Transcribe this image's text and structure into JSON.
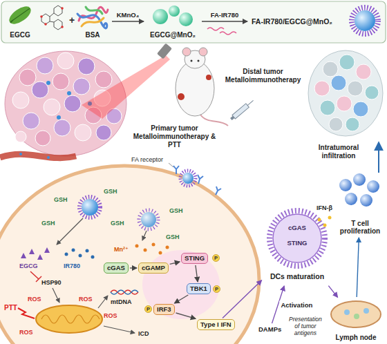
{
  "diagram": {
    "nodes": [
      {
        "text": [
          "EGCG"
        ]
      },
      {
        "text": [
          "BSA"
        ]
      },
      {
        "text": [
          "EGCG@MnO₂"
        ]
      },
      {
        "text": [
          "FA-IR780/EGCG@MnO₂"
        ]
      },
      {
        "text": [
          "cGAS"
        ]
      },
      {
        "text": [
          "cGAMP"
        ]
      },
      {
        "text": [
          "STING"
        ]
      },
      {
        "text": [
          "TBK1"
        ]
      },
      {
        "text": [
          "IRF3"
        ]
      },
      {
        "text": [
          "Type I IFN"
        ]
      },
      {
        "text": [
          "DAMPs"
        ]
      },
      {
        "text": [
          "cGAS",
          "STING",
          "DCs maturation"
        ]
      },
      {
        "text": [
          "Lymph node"
        ]
      },
      {
        "text": [
          "T cell proliferation"
        ]
      }
    ],
    "edges": [
      {
        "from": 1,
        "to": 2,
        "label": "KMnO₄",
        "arrow": "to"
      },
      {
        "from": 2,
        "to": 3,
        "label": "FA-IR780",
        "arrow": "to"
      },
      {
        "from": 4,
        "to": 5,
        "arrow": "to"
      },
      {
        "from": 5,
        "to": 6,
        "arrow": "to"
      },
      {
        "from": 6,
        "to": 7,
        "arrow": "to"
      },
      {
        "from": 7,
        "to": 8,
        "arrow": "to"
      },
      {
        "from": 8,
        "to": 9,
        "arrow": "to"
      },
      {
        "from": 9,
        "to": 11,
        "arrow": "to"
      },
      {
        "from": 10,
        "to": 11,
        "label": "Activation",
        "arrow": "to"
      },
      {
        "from": 11,
        "to": 12,
        "label": "Presentation of tumor antigens",
        "arrow": "to"
      },
      {
        "from": 12,
        "to": 13,
        "arrow": "to"
      }
    ],
    "labels": [
      "+",
      "Primary tumor Metalloimmunotherapy & PTT",
      "Distal tumor Metalloimmunotherapy",
      "Intratumoral infiltration",
      "FA receptor",
      "GSH",
      "GSH",
      "GSH",
      "GSH",
      "GSH",
      "GSH",
      "Mn²⁺",
      "P",
      "EGCG",
      "IR780",
      "HSP90",
      "P",
      "ROS",
      "ROS",
      "mtDNA",
      "PTT",
      "P",
      "ROS",
      "ROS",
      "ICD",
      "IFN-β"
    ]
  }
}
